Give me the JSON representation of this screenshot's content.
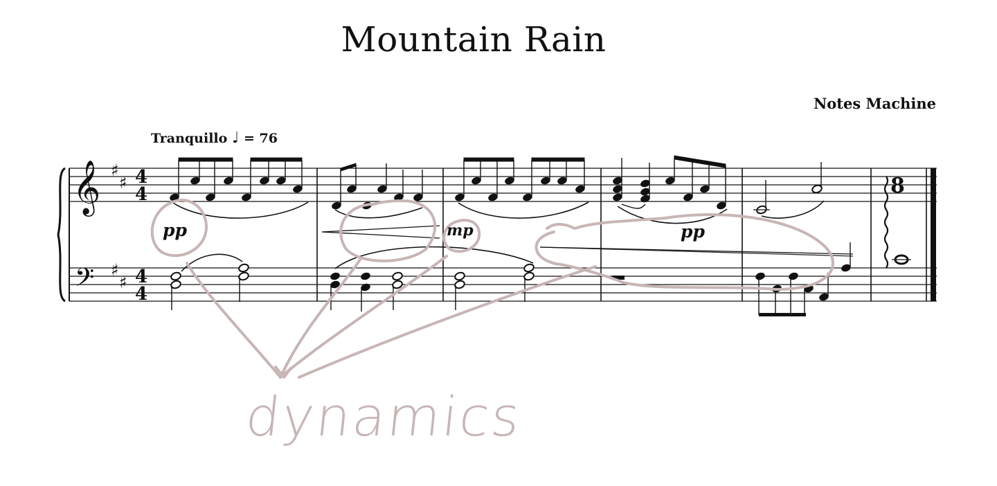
{
  "score": {
    "title": "Mountain Rain",
    "composer": "Notes Machine",
    "tempo_text": "Tranquillo",
    "tempo_note": "♩",
    "tempo_value": "= 76",
    "time_signature": {
      "numerator": "4",
      "denominator": "4"
    },
    "multi_measure": "8"
  },
  "dynamics": {
    "d1": "pp",
    "d2": "mp",
    "d3": "pp"
  },
  "annotation": {
    "text": "dynamics",
    "color": "#c8b5b5"
  }
}
